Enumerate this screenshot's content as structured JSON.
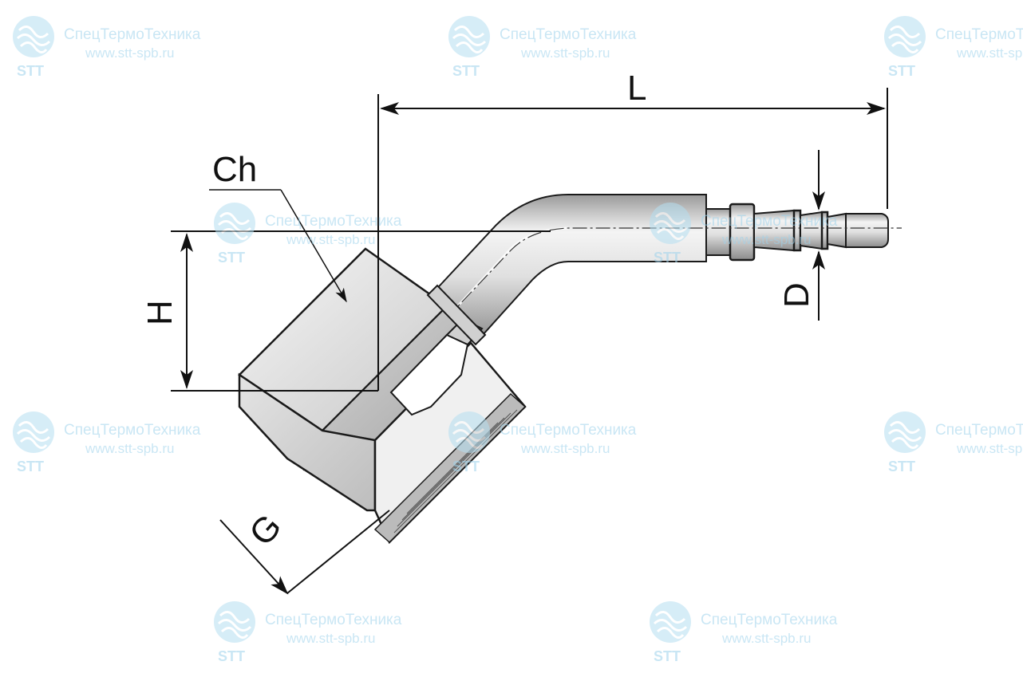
{
  "labels": {
    "L": "L",
    "Ch": "Ch",
    "H": "H",
    "D": "D",
    "G": "G"
  },
  "watermark": {
    "brand": "СпецТермоТехника",
    "site": "www.stt-spb.ru",
    "abbr": "STT",
    "color": "#9ed3ec"
  },
  "colors": {
    "outline": "#1a1a1a",
    "metal_light": "#f2f2f2",
    "metal_mid": "#c9c9c9",
    "metal_dark": "#8a8a8a"
  }
}
